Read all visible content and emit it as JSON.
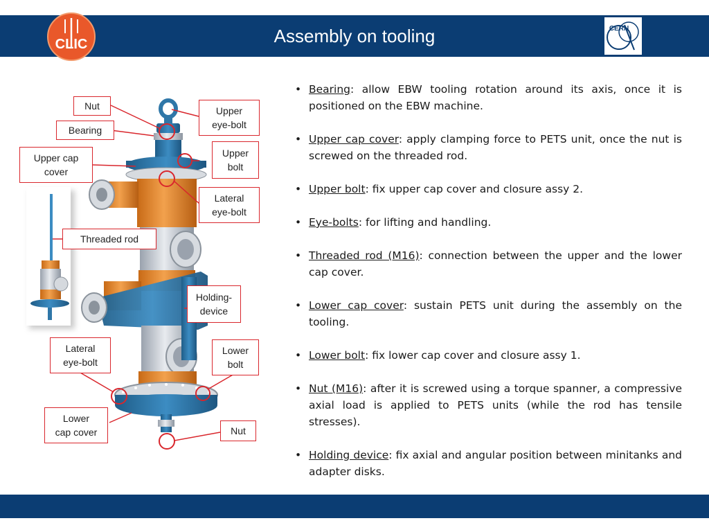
{
  "header": {
    "title": "Assembly on tooling",
    "background": "#0b3d73",
    "clic_logo_text": "CLIC",
    "cern_logo_text": "CERN"
  },
  "labels": [
    {
      "id": "nut-top",
      "text": "Nut"
    },
    {
      "id": "bearing",
      "text": "Bearing"
    },
    {
      "id": "upper-cap-cover",
      "text": "Upper cap\ncover"
    },
    {
      "id": "upper-eye-bolt",
      "text": "Upper\neye-bolt"
    },
    {
      "id": "upper-bolt",
      "text": "Upper\nbolt"
    },
    {
      "id": "lateral-eye-bolt-top",
      "text": "Lateral\neye-bolt"
    },
    {
      "id": "threaded-rod",
      "text": "Threaded rod"
    },
    {
      "id": "holding-device",
      "text": "Holding-\ndevice"
    },
    {
      "id": "lateral-eye-bolt-bottom",
      "text": "Lateral\neye-bolt"
    },
    {
      "id": "lower-bolt",
      "text": "Lower\nbolt"
    },
    {
      "id": "lower-cap-cover",
      "text": "Lower\ncap cover"
    },
    {
      "id": "nut-bottom",
      "text": "Nut"
    }
  ],
  "bullets": [
    {
      "term": "Bearing",
      "text": ": allow EBW tooling rotation around its axis, once it is positioned on the EBW machine."
    },
    {
      "term": "Upper cap cover",
      "text": ": apply clamping force to PETS unit, once the nut is screwed on the threaded rod."
    },
    {
      "term": "Upper bolt",
      "text": ": fix upper cap cover and closure assy 2."
    },
    {
      "term": "Eye-bolts",
      "text": ": for lifting and handling."
    },
    {
      "term": "Threaded rod (M16)",
      "text": ": connection between the upper and the lower cap cover."
    },
    {
      "term": "Lower cap cover",
      "text": ": sustain PETS unit during the assembly on the tooling."
    },
    {
      "term": "Lower bolt",
      "text": ": fix lower cap cover and closure assy 1."
    },
    {
      "term": "Nut (M16)",
      "text": ": after it is screwed using a torque spanner, a compressive axial load is applied to PETS units (while the rod has tensile stresses)."
    },
    {
      "term": "Holding device",
      "text": ": fix axial and angular position between minitanks and adapter disks."
    }
  ],
  "colors": {
    "steel_blue": "#2f77a8",
    "orange": "#e8892b",
    "callout_red": "#d9262c",
    "silver": "#c9ced6"
  }
}
